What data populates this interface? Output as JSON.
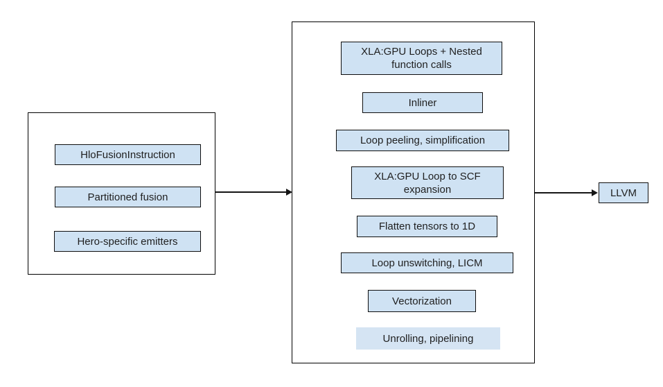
{
  "diagram": {
    "left_group": {
      "items": [
        {
          "label": "HloFusionInstruction"
        },
        {
          "label": "Partitioned fusion"
        },
        {
          "label": "Hero-specific emitters"
        }
      ]
    },
    "middle_group": {
      "items": [
        {
          "label": "XLA:GPU Loops + Nested function calls"
        },
        {
          "label": "Inliner"
        },
        {
          "label": "Loop peeling, simplification"
        },
        {
          "label": "XLA:GPU Loop to SCF expansion"
        },
        {
          "label": "Flatten tensors to 1D"
        },
        {
          "label": "Loop unswitching, LICM"
        },
        {
          "label": "Vectorization"
        },
        {
          "label": "Unrolling, pipelining"
        }
      ]
    },
    "output_node": {
      "label": "LLVM"
    },
    "colors": {
      "node_fill": "#cfe2f3",
      "node_fill_borderless": "#d5e4f3",
      "node_border": "#0e0e0e",
      "container_border": "#000000",
      "text": "#1f1f1f",
      "arrow": "#151515",
      "background": "#ffffff"
    }
  }
}
